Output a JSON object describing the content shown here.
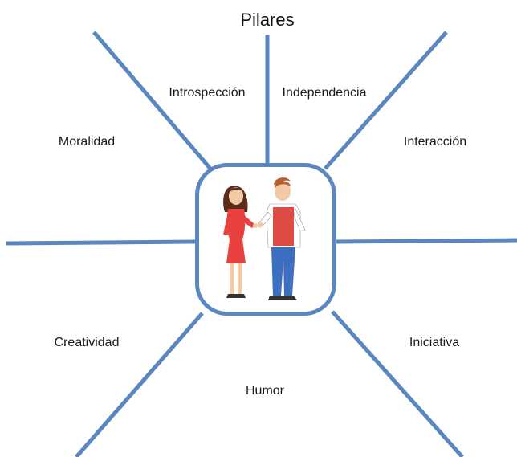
{
  "title": "Pilares",
  "hub": {
    "image": "people-talking-illustration"
  },
  "pillars": [
    {
      "id": "introspeccion",
      "label": "Introspección"
    },
    {
      "id": "independencia",
      "label": "Independencia"
    },
    {
      "id": "moralidad",
      "label": "Moralidad"
    },
    {
      "id": "interaccion",
      "label": "Interacción"
    },
    {
      "id": "creatividad",
      "label": "Creatividad"
    },
    {
      "id": "iniciativa",
      "label": "Iniciativa"
    },
    {
      "id": "humor",
      "label": "Humor"
    }
  ],
  "colors": {
    "line": "#5a87c0",
    "text": "#1a1a1a",
    "background": "#ffffff"
  }
}
